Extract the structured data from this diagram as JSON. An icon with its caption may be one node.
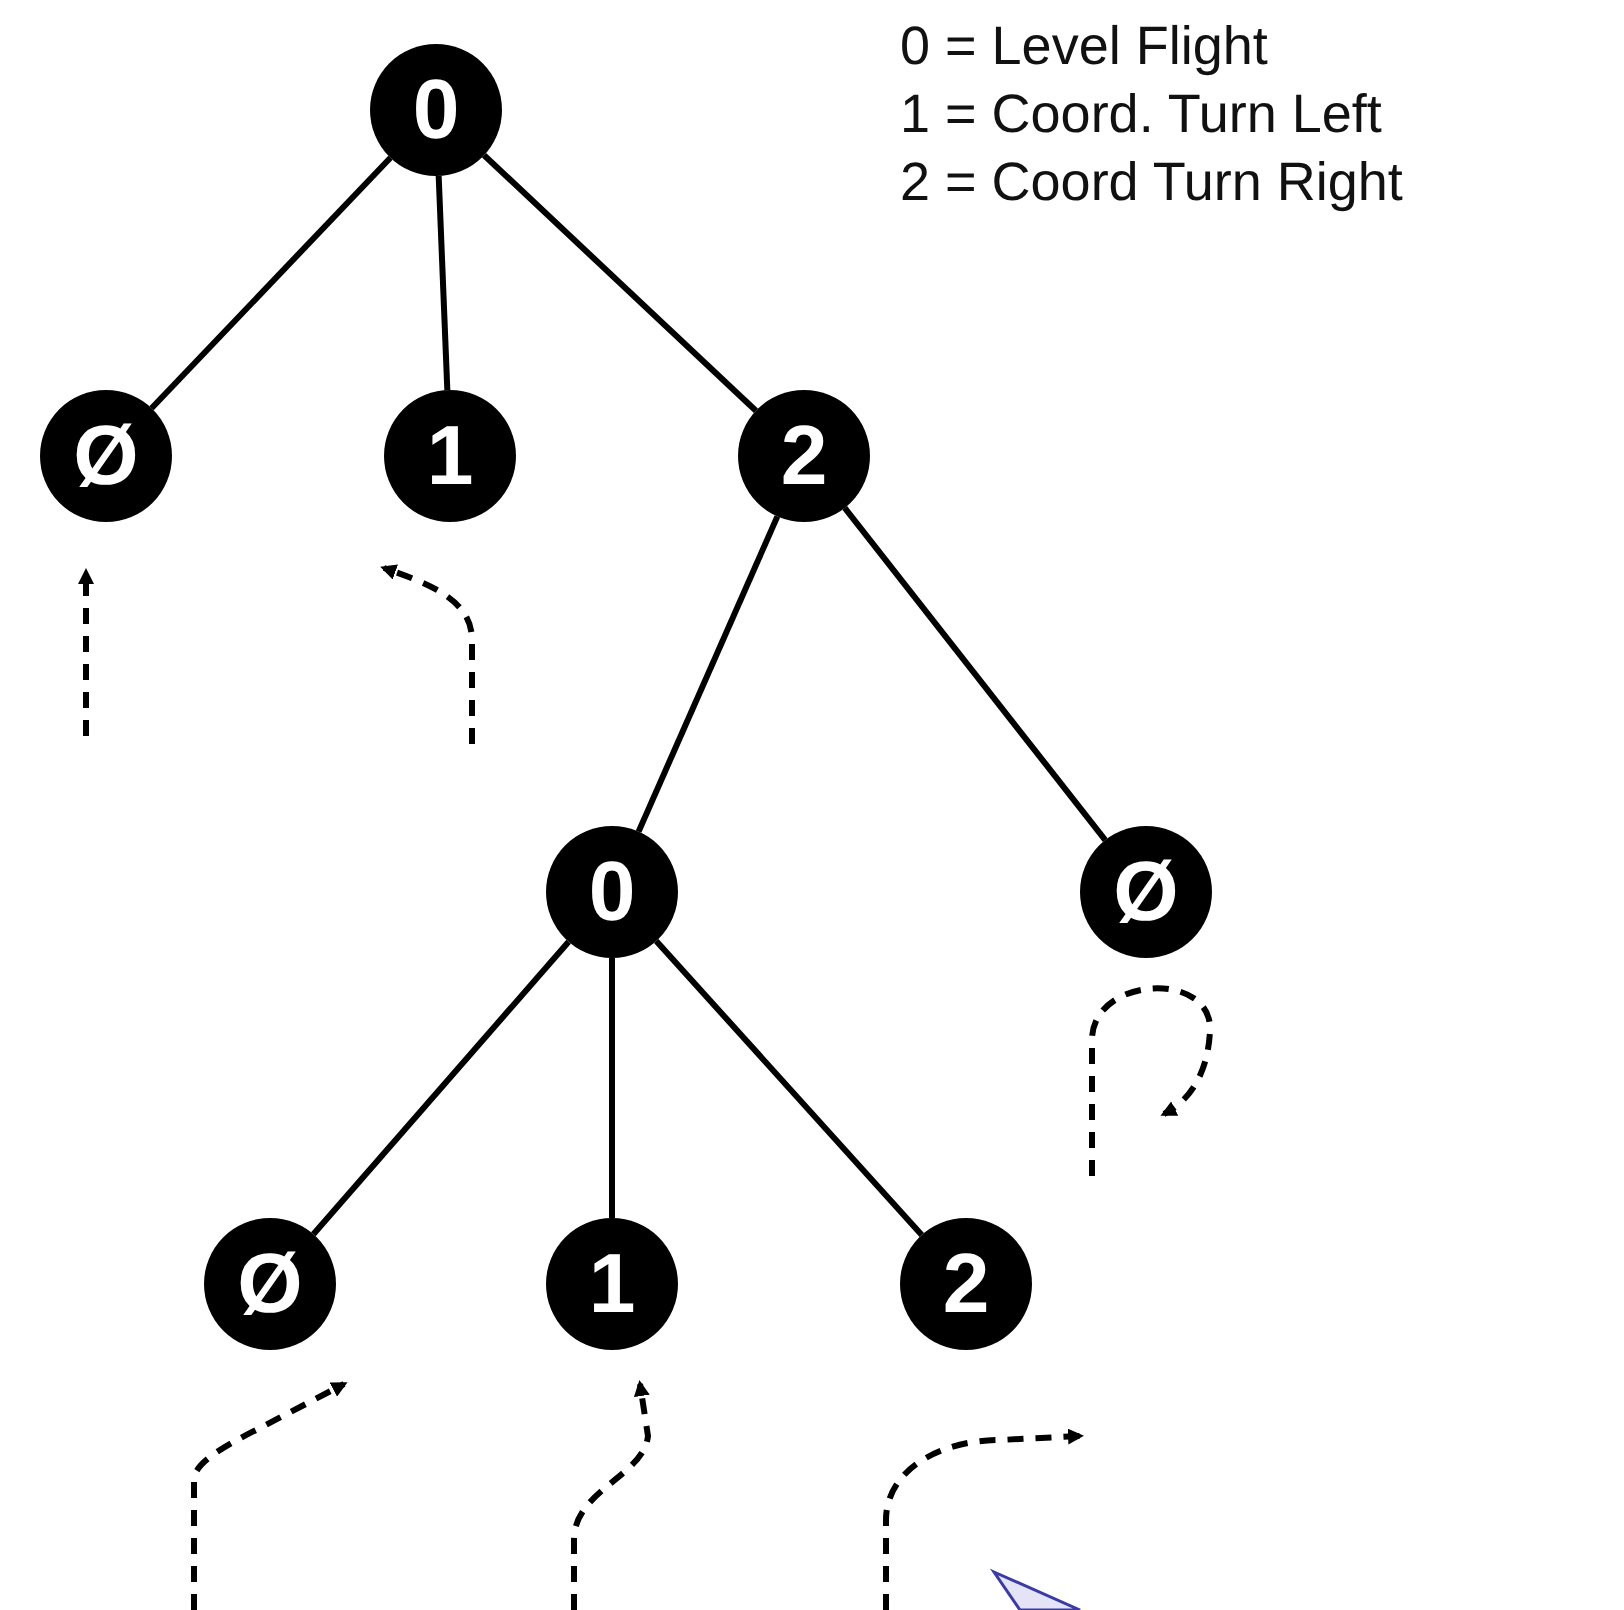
{
  "diagram": {
    "nodes": [
      {
        "text": [
          "0"
        ]
      },
      {
        "text": [
          "Ø"
        ]
      },
      {
        "text": [
          "1"
        ]
      },
      {
        "text": [
          "2"
        ]
      },
      {
        "text": [
          "0"
        ]
      },
      {
        "text": [
          "Ø"
        ]
      },
      {
        "text": [
          "Ø"
        ]
      },
      {
        "text": [
          "1"
        ]
      },
      {
        "text": [
          "2"
        ]
      }
    ],
    "edges": [
      {
        "from": 0,
        "to": 1,
        "arrow": "none"
      },
      {
        "from": 0,
        "to": 2,
        "arrow": "none"
      },
      {
        "from": 0,
        "to": 3,
        "arrow": "none"
      },
      {
        "from": 3,
        "to": 4,
        "arrow": "none"
      },
      {
        "from": 3,
        "to": 5,
        "arrow": "none"
      },
      {
        "from": 4,
        "to": 6,
        "arrow": "none"
      },
      {
        "from": 4,
        "to": 7,
        "arrow": "none"
      },
      {
        "from": 4,
        "to": 8,
        "arrow": "none"
      }
    ],
    "labels": [
      "0 = Level Flight",
      "1 = Coord. Turn Left",
      "2 = Coord Turn Right"
    ]
  }
}
